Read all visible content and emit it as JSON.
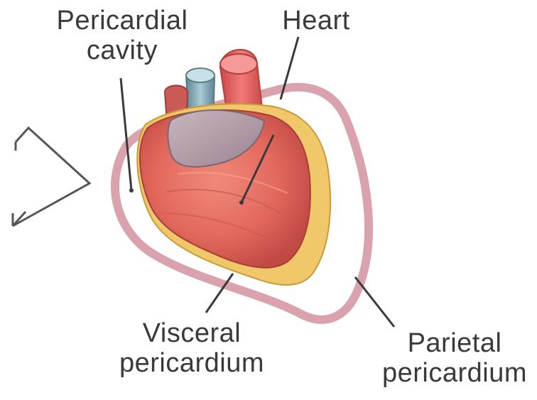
{
  "labels": {
    "pericardial_cavity": [
      "Pericardial",
      "cavity"
    ],
    "heart": [
      "Heart"
    ],
    "visceral_pericardium": [
      "Visceral",
      "pericardium"
    ],
    "parietal_pericardium": [
      "Parietal",
      "pericardium"
    ]
  },
  "colors": {
    "heart_muscle": "#e2685c",
    "heart_muscle_dark": "#c24a44",
    "visceral_layer": "#f0c86a",
    "parietal_sac": "#d9a2ad",
    "aorta": "#e96262",
    "pulmonary_vessel": "#7fa6b3",
    "atrium": "#b29aa6",
    "leader_line": "#3a3a3a"
  }
}
